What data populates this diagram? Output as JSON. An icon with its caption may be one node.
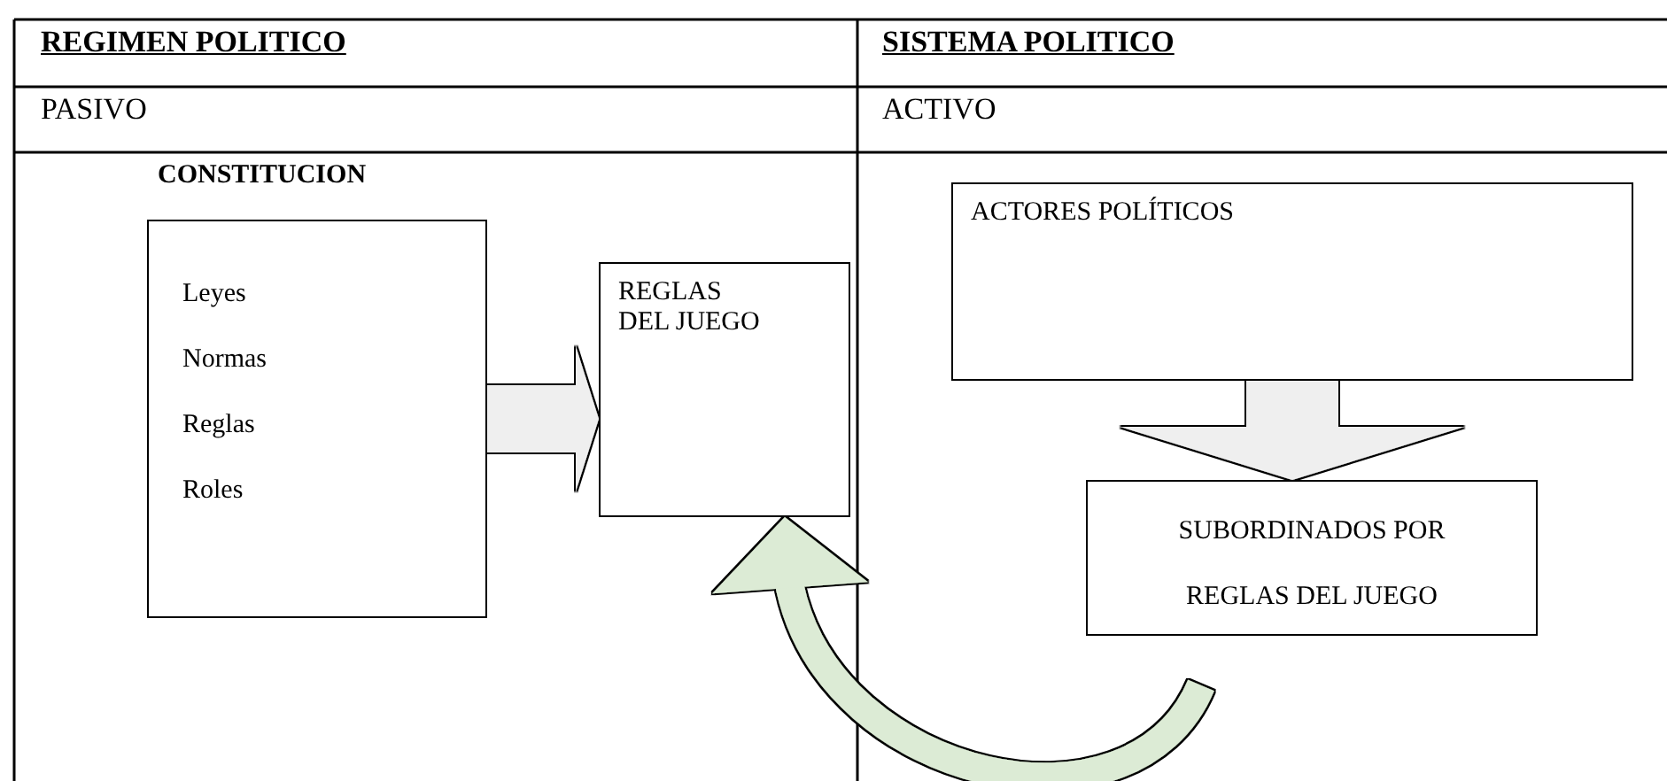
{
  "diagram": {
    "nodes": [
      {
        "text": [
          "CONSTITUCION",
          "Leyes",
          "Normas",
          "Reglas",
          "Roles"
        ]
      },
      {
        "text": [
          "REGLAS DEL JUEGO"
        ]
      },
      {
        "text": [
          "ACTORES POLÍTICOS"
        ]
      },
      {
        "text": [
          "SUBORDINADOS POR REGLAS DEL JUEGO"
        ]
      }
    ],
    "edges": [
      {
        "from": 0,
        "to": 1,
        "arrow": "to"
      },
      {
        "from": 2,
        "to": 3,
        "arrow": "to"
      },
      {
        "from": 3,
        "to": 1,
        "arrow": "to",
        "color": "#dcebd5"
      }
    ],
    "labels": [
      "REGIMEN POLITICO",
      "SISTEMA POLITICO",
      "PASIVO",
      "ACTIVO"
    ]
  }
}
